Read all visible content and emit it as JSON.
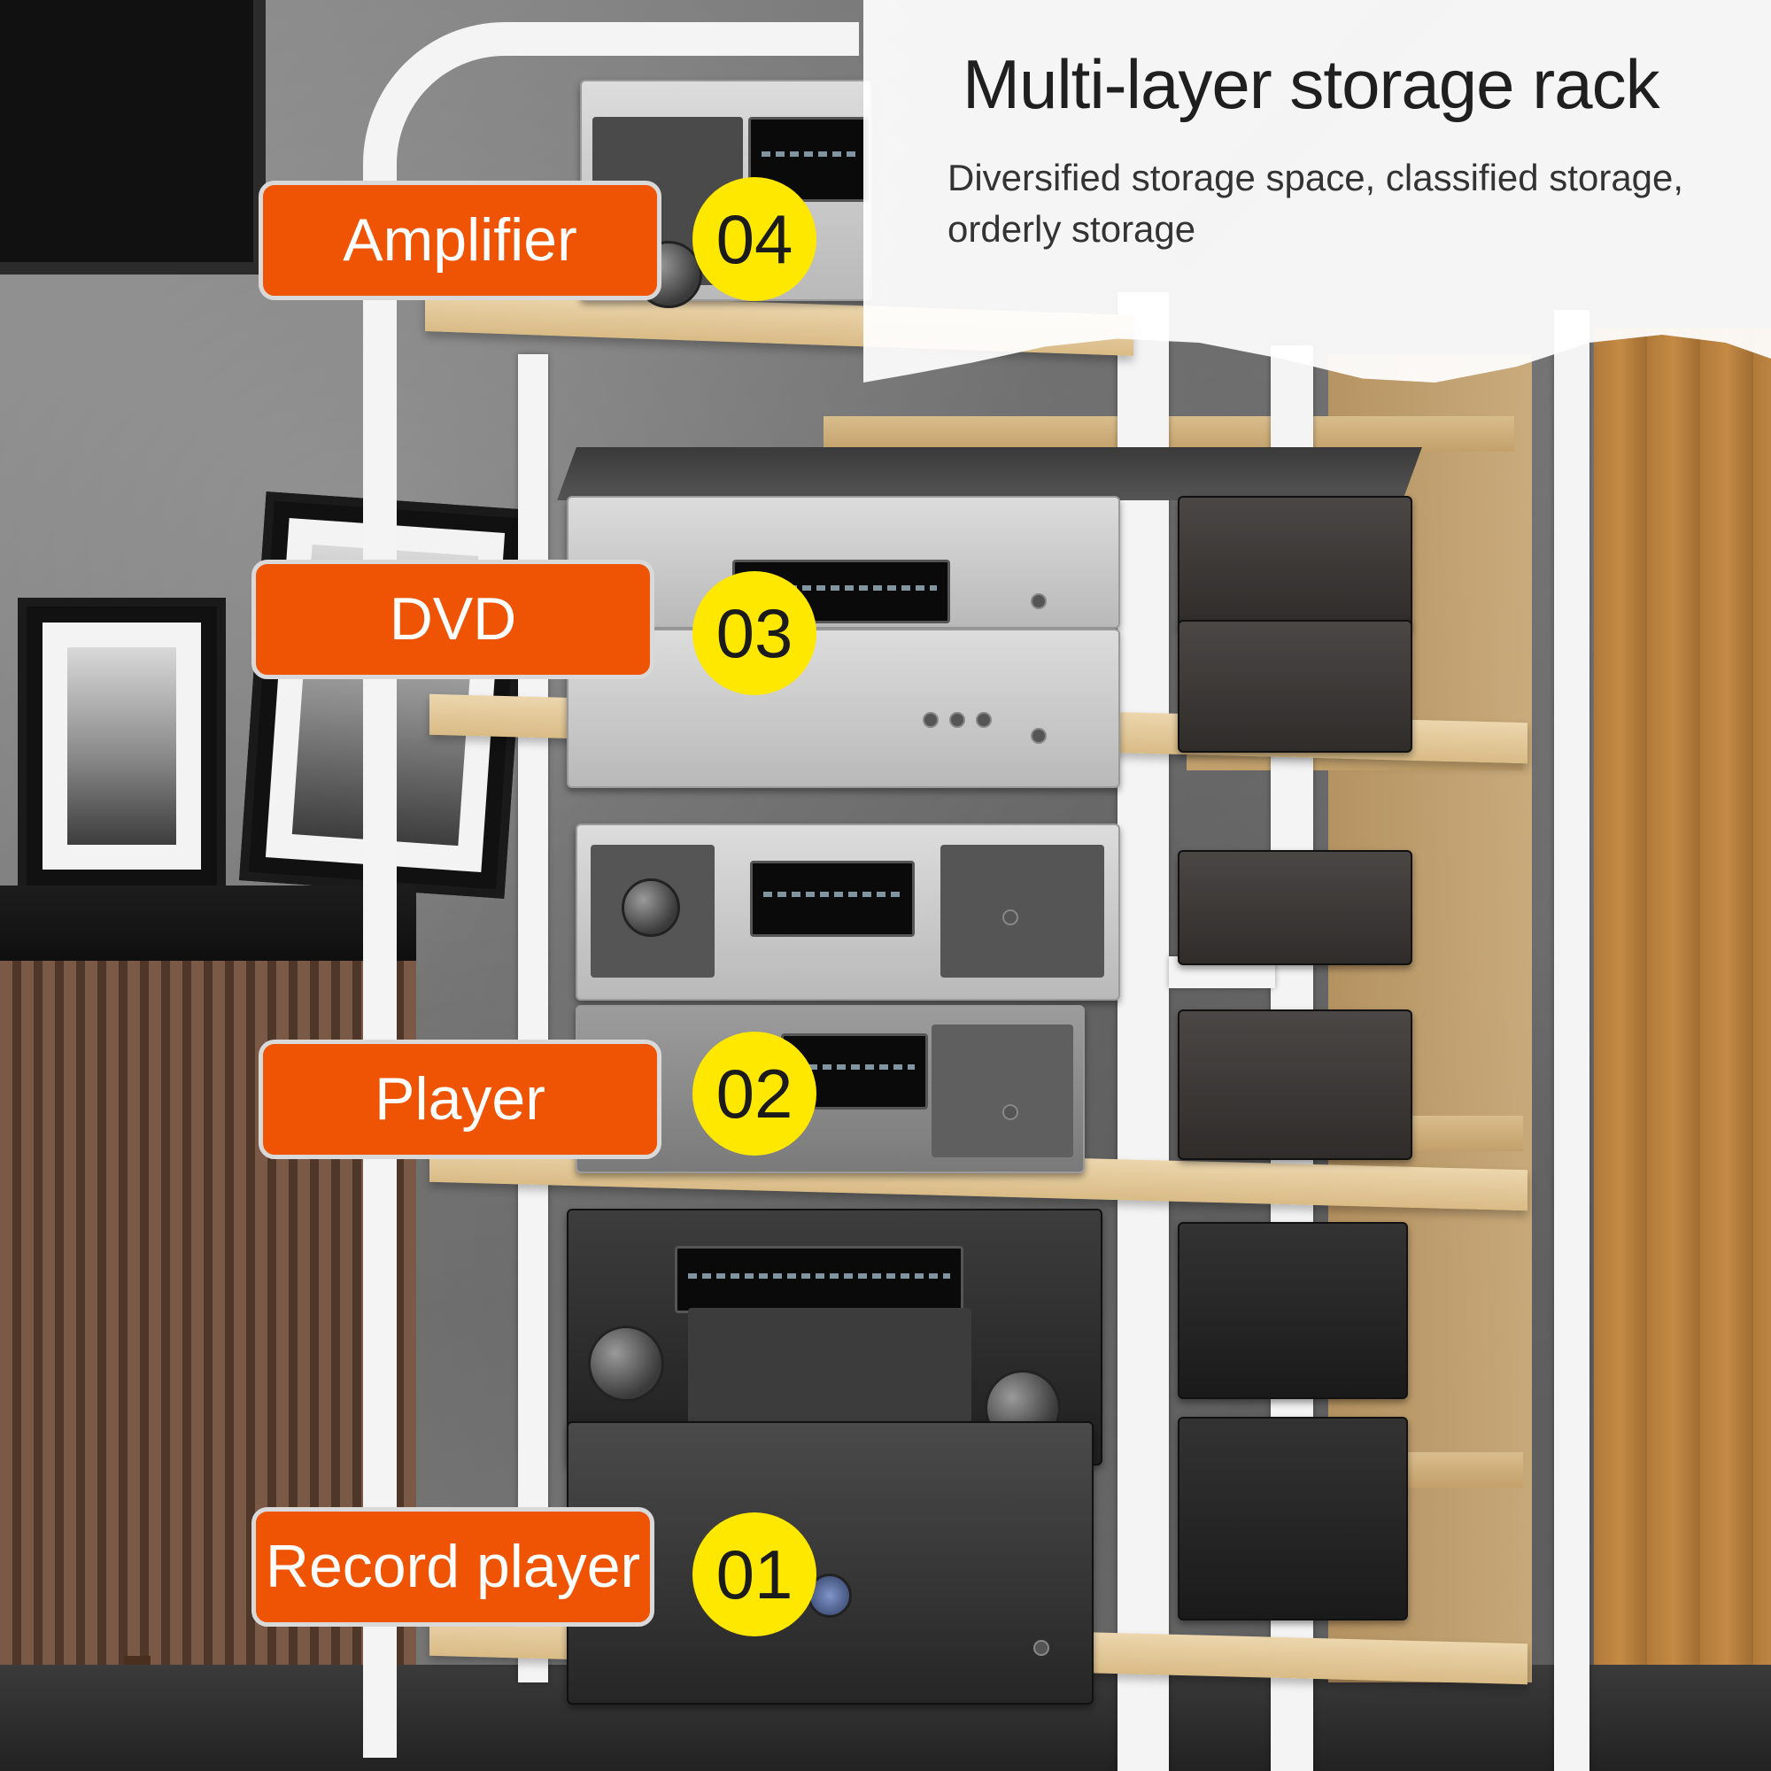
{
  "header": {
    "title": "Multi-layer storage rack",
    "subtitle_line1": "Diversified storage space, classified storage,",
    "subtitle_line2": "orderly storage"
  },
  "layers": [
    {
      "label": "Amplifier",
      "number": "04"
    },
    {
      "label": "DVD",
      "number": "03"
    },
    {
      "label": "Player",
      "number": "02"
    },
    {
      "label": "Record player",
      "number": "01"
    }
  ],
  "colors": {
    "tag_fill": "#ee5404",
    "tag_border": "#d9d9d9",
    "number_badge": "#ffe800",
    "rack_frame": "#f4f4f4",
    "shelf_wood": "#e3c898"
  }
}
